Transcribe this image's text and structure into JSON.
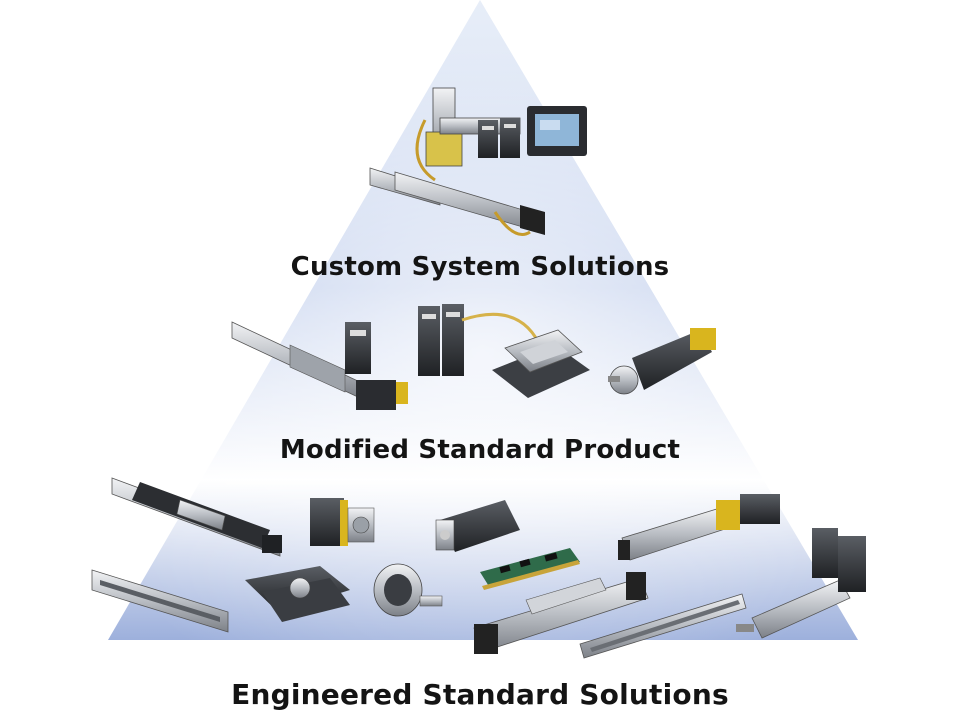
{
  "tiers": {
    "top": {
      "label": "Custom System Solutions"
    },
    "middle": {
      "label": "Modified Standard Product"
    },
    "base": {
      "label": "Engineered Standard Solutions"
    }
  },
  "colors": {
    "pyramid_light": "#eef3fb",
    "pyramid_dark": "#8ea5d6",
    "text": "#141414",
    "metal": "#c9ccd1",
    "dark_metal": "#3a3d42",
    "accent_yellow": "#e8c21c"
  }
}
